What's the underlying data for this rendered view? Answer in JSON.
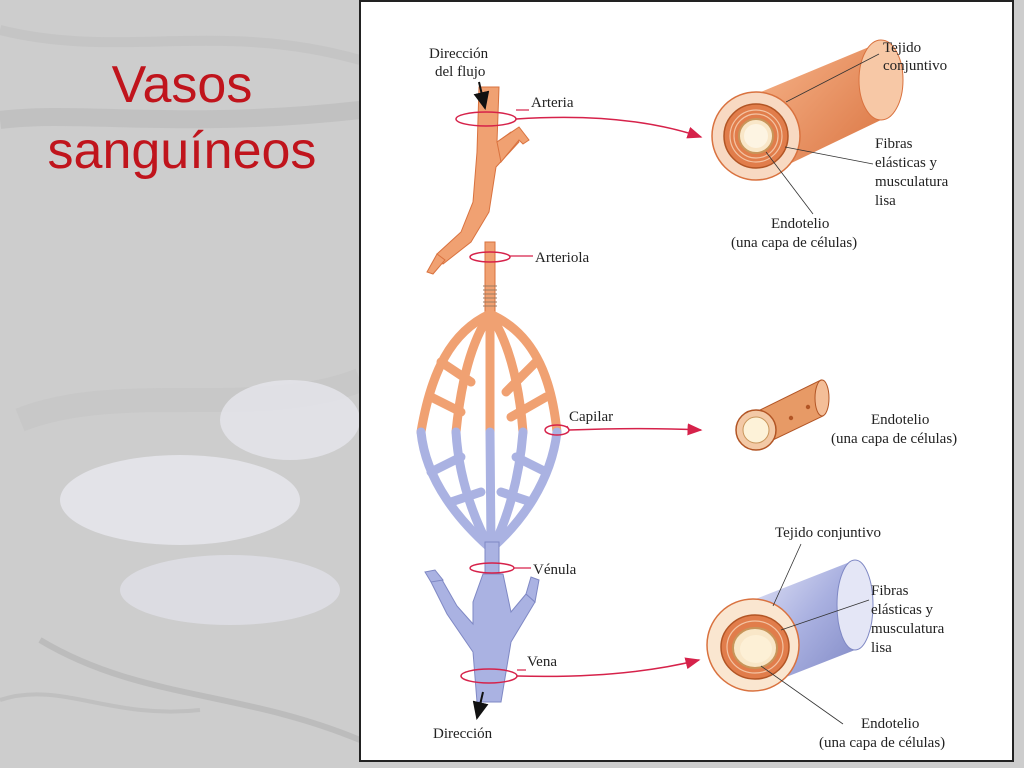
{
  "title": {
    "line1": "Vasos",
    "line2": "sanguíneos"
  },
  "flow": {
    "top_line1": "Dirección",
    "top_line2": "del flujo",
    "bottom": "Dirección"
  },
  "vessels": {
    "arteria": "Arteria",
    "arteriola": "Arteriola",
    "capilar": "Capilar",
    "venula": "Vénula",
    "vena": "Vena"
  },
  "artery_detail": {
    "tejido_1": "Tejido",
    "tejido_2": "conjuntivo",
    "fibras_1": "Fibras",
    "fibras_2": "elásticas y",
    "fibras_3": "musculatura",
    "fibras_4": "lisa",
    "endotelio_1": "Endotelio",
    "endotelio_2": "(una capa de células)"
  },
  "capillary_detail": {
    "endotelio_1": "Endotelio",
    "endotelio_2": "(una capa de células)"
  },
  "vein_detail": {
    "tejido": "Tejido conjuntivo",
    "fibras_1": "Fibras",
    "fibras_2": "elásticas y",
    "fibras_3": "musculatura",
    "fibras_4": "lisa",
    "endotelio_1": "Endotelio",
    "endotelio_2": "(una capa de células)"
  },
  "colors": {
    "artery": "#f0a172",
    "artery_dark": "#d9723f",
    "vein": "#aab2e2",
    "vein_dark": "#7f88c4",
    "pointer": "#d6224a",
    "title": "#c0141c"
  }
}
